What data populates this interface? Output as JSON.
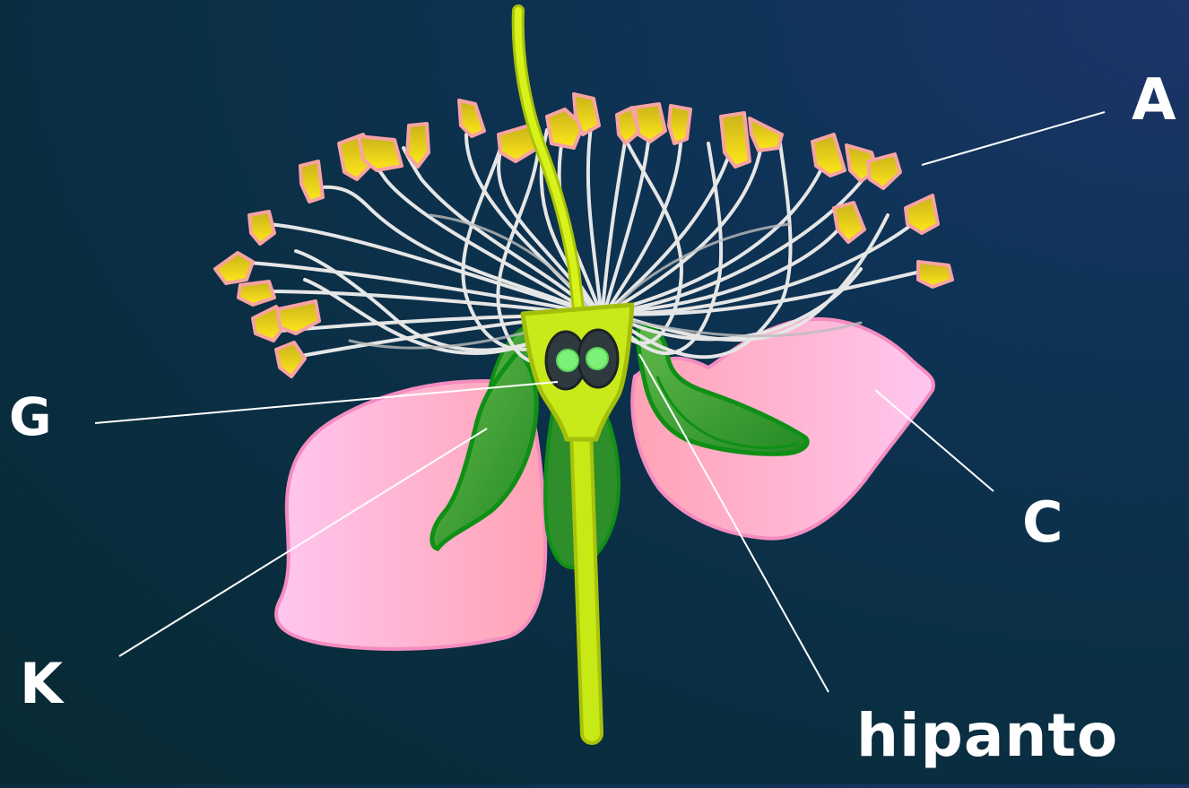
{
  "labels": {
    "androecium": "A",
    "gynoecium": "G",
    "corolla": "C",
    "calyx": "K",
    "hypanthium": "hipanto"
  },
  "colors": {
    "background": "#0b3048",
    "petal": "#f9b4d6",
    "petal_edge": "#f58fbf",
    "sepal": "#3a9c32",
    "sepal_edge": "#0b8a12",
    "stem": "#c9ea1a",
    "filament": "#e4e4e4",
    "anther": "#f2cc1a",
    "anther_edge": "#f7a3a3",
    "ovule": "#7df07a",
    "leader_line": "#ffffff"
  }
}
